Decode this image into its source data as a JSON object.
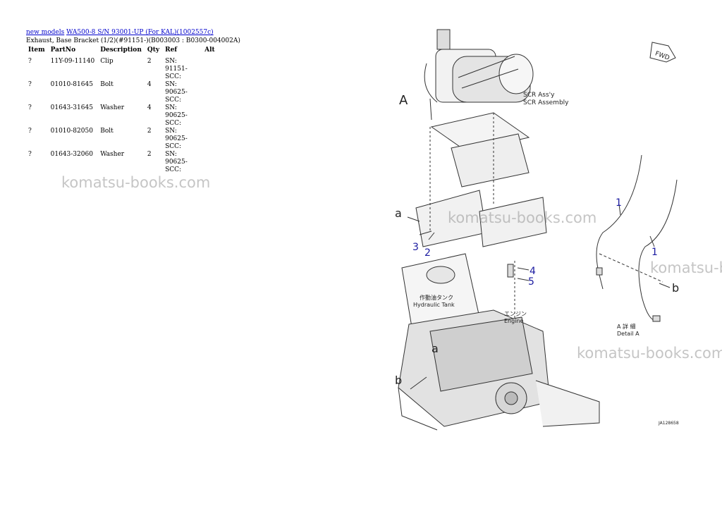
{
  "breadcrumb": {
    "link1": "new models",
    "link2": "WA500-8 S/N 93001-UP (For KAL)(1002557c)"
  },
  "subtitle": "Exhaust, Base Bracket (1/2)(#91151-)(B003003 : B0300-004002A)",
  "table": {
    "headers": [
      "Item",
      "PartNo",
      "Description",
      "Qty",
      "Ref",
      "Alt"
    ],
    "rows": [
      {
        "item": "?",
        "partno": "11Y-09-11140",
        "desc": "Clip",
        "qty": "2",
        "ref": "SN: 91151-SCC:",
        "alt": ""
      },
      {
        "item": "?",
        "partno": "01010-81645",
        "desc": "Bolt",
        "qty": "4",
        "ref": "SN: 90625-SCC:",
        "alt": ""
      },
      {
        "item": "?",
        "partno": "01643-31645",
        "desc": "Washer",
        "qty": "4",
        "ref": "SN: 90625-SCC:",
        "alt": ""
      },
      {
        "item": "?",
        "partno": "01010-82050",
        "desc": "Bolt",
        "qty": "2",
        "ref": "SN: 90625-SCC:",
        "alt": ""
      },
      {
        "item": "?",
        "partno": "01643-32060",
        "desc": "Washer",
        "qty": "2",
        "ref": "SN: 90625-SCC:",
        "alt": ""
      }
    ]
  },
  "watermark": "komatsu-books.com",
  "diagram": {
    "fwd": "FWD",
    "scr_label_1": "SCR Ass'y",
    "scr_label_2": "SCR Assembly",
    "label_a_big": "A",
    "tank_jp": "作動油タンク",
    "tank_en": "Hydraulic Tank",
    "engine_jp": "エンジン",
    "engine_en": "Engine",
    "detail_jp": "A 詳 細",
    "detail_en": "Detail A",
    "figure_no": "JA128658",
    "letter_a": "a",
    "letter_b": "b",
    "callouts": [
      "1",
      "2",
      "3",
      "4",
      "5"
    ]
  },
  "colors": {
    "link": "#0000cc",
    "callout": "#1a1aa0",
    "line": "#333333"
  }
}
